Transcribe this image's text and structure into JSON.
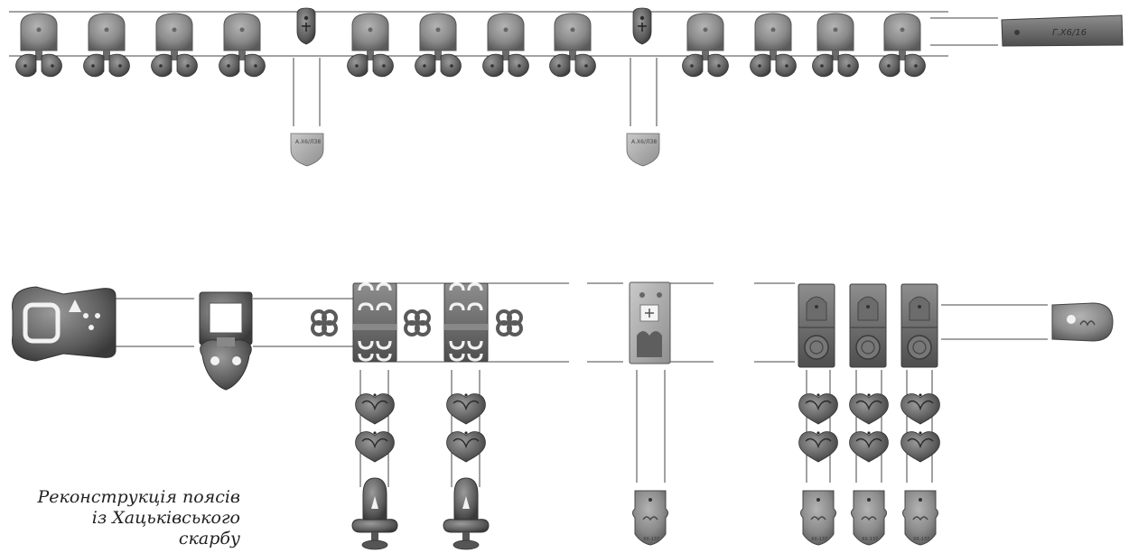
{
  "caption": {
    "line1": "Реконструкція поясів",
    "line2": "із Хацьківського",
    "line3": "скарбу"
  },
  "items": {
    "strap_end_inscription": "Г.Х6/16",
    "small_plaque_inscription": "А.Х6/ЛЗ8",
    "lower_plaque_inscription": "ХХ-137"
  },
  "colors": {
    "bronze_dark": "#4a4a4a",
    "bronze_mid": "#7a7a7a",
    "bronze_light": "#a9a9a9",
    "connector_line": "#444444"
  }
}
